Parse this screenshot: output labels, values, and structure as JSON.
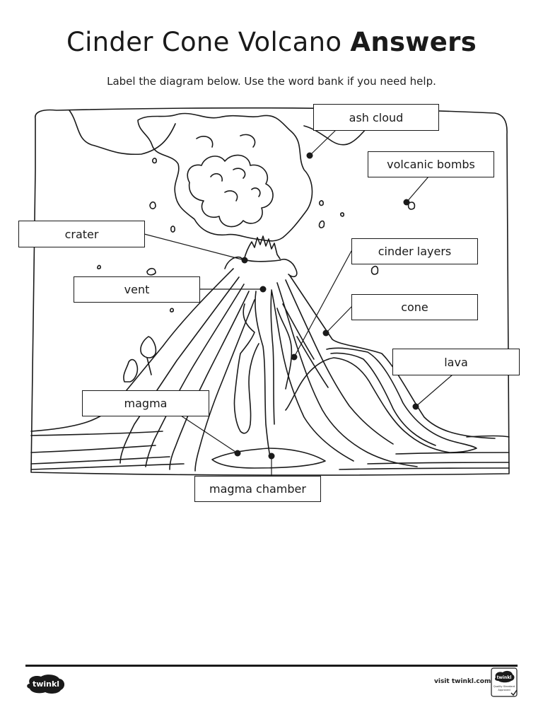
{
  "title": {
    "main": "Cinder Cone Volcano",
    "bold": "Answers"
  },
  "instructions": "Label the diagram below. Use the word bank if you need help.",
  "labels": {
    "ash_cloud": "ash cloud",
    "volcanic_bombs": "volcanic bombs",
    "crater": "crater",
    "cinder_layers": "cinder layers",
    "vent": "vent",
    "cone": "cone",
    "lava": "lava",
    "magma": "magma",
    "magma_chamber": "magma chamber"
  },
  "footer": {
    "logo": "twinkl",
    "url": "visit twinkl.com",
    "badge": {
      "brand": "twinkl",
      "line1": "Quality Standard",
      "line2": "Approved"
    }
  }
}
